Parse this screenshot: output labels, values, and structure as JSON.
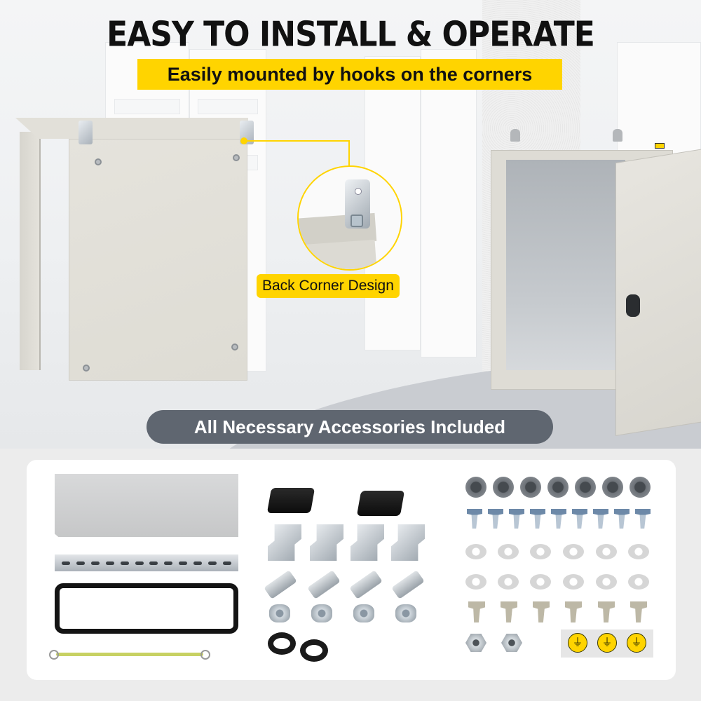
{
  "headline": "EASY TO INSTALL & OPERATE",
  "subheadline": "Easily mounted by hooks on the corners",
  "callout": {
    "label": "Back Corner Design",
    "color": "#ffd400"
  },
  "section_label": "All Necessary Accessories Included",
  "colors": {
    "accent_yellow": "#ffd400",
    "pill_gray": "#5f6670",
    "headline_text": "#111111",
    "card_background": "#ffffff"
  },
  "accessories": {
    "left_column": [
      "top cover plate",
      "DIN rail",
      "rubber door gasket",
      "yellow-green ground wire"
    ],
    "middle_column": {
      "knobs": 2,
      "mounting_brackets": 4,
      "hex_bolts": 4,
      "flange_nuts": 4,
      "lock_covers": 2
    },
    "right_column": {
      "grommets": 7,
      "small_screws": 9,
      "washers": 12,
      "plugs": 6,
      "hex_nuts": 2,
      "ground_stickers": 3
    },
    "sticker_symbol": "⏚"
  }
}
